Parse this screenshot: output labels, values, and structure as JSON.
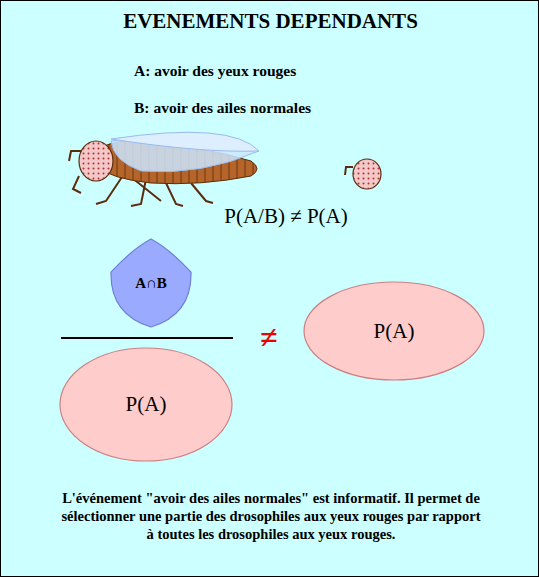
{
  "diagram": {
    "title": "EVENEMENTS DEPENDANTS",
    "nodes": [
      {
        "text": [
          "A∩B"
        ]
      },
      {
        "text": [
          "P(A)"
        ]
      },
      {
        "text": [
          "P(A)"
        ]
      }
    ],
    "labels": [
      "A: avoir des yeux rouges",
      "B: avoir des ailes normales",
      "P(A/B) ≠ P(A)",
      "≠"
    ],
    "caption": "L'événement \"avoir des ailes normales\" est informatif. Il permet de sélectionner une partie des drosophiles aux yeux rouges par rapport à toutes les drosophiles aux yeux rouges."
  }
}
